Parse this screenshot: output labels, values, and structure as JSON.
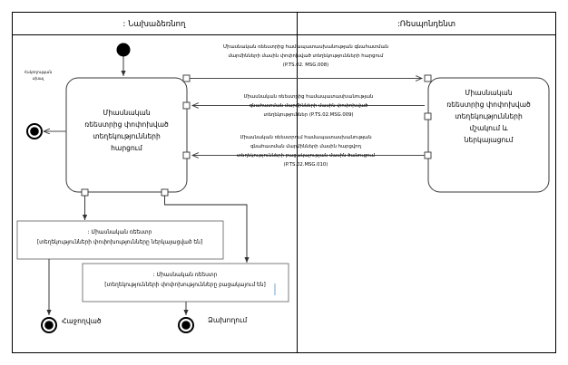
{
  "diagram": {
    "type": "uml-activity-diagram",
    "lanes": [
      {
        "id": "initiator",
        "title": ": Նախաձեռնող"
      },
      {
        "id": "respondent",
        "title": ":Ռեսպոնդենտ"
      }
    ],
    "side_label": "Հսկողության\nսխալ",
    "side_label_line1": "Հսկողության",
    "side_label_line2": "սխալ",
    "activities": [
      {
        "id": "request-activity",
        "lines": [
          "Միասնական",
          "ռեեստրից փոփոխված",
          "տեղեկությունների",
          "հարցում"
        ]
      },
      {
        "id": "process-activity",
        "lines": [
          "Միասնական",
          "ռեեստրից փոփոխված",
          "տեղեկությունների",
          "մշակում և",
          "ներկայացում"
        ]
      }
    ],
    "messages": [
      {
        "id": "msg-008",
        "direction": "right",
        "lines": [
          "Միասնական ռեեստրից համապատասխանության գնահատման",
          "մարմինների մասին փոփոխված տեղեկությունների հարցում",
          "(P.TS.02. MSG.008)"
        ]
      },
      {
        "id": "msg-009",
        "direction": "left",
        "lines": [
          "Միասնական ռեեստրից համապատասխանության",
          "գնահատման մարմինների մասին փոփոխված",
          "տեղեկություններ (P.TS.02.MSG.009)"
        ]
      },
      {
        "id": "msg-010",
        "direction": "left",
        "lines": [
          "Միասնական ռեեստրում համապատասխանության",
          "գնահատման մարմինների մասին հարցվող",
          "տեղեկությունների բացակայության մասին ծանուցում",
          "(P.TS.02.MSG.010)"
        ]
      }
    ],
    "notes": [
      {
        "id": "note-success",
        "lines": [
          ": Միասնական ռեեստր",
          "[տեղեկությունների փոփոխությունները ներկայացված են]"
        ]
      },
      {
        "id": "note-failure",
        "lines": [
          ": Միասնական ռեեստր",
          "[տեղեկությունների փոփոխությունները բացակայում են]"
        ]
      }
    ],
    "end_nodes": [
      {
        "id": "end-success",
        "label": "Հաջողված"
      },
      {
        "id": "end-failure",
        "label": "Ձախողում"
      }
    ],
    "colors": {
      "frame": "#000000",
      "activity_stroke": "#3a3a3a",
      "note_stroke": "#6e6e6e",
      "connector": "#4a4a4a",
      "background": "#ffffff",
      "cursor": "#6ba7d6"
    }
  }
}
